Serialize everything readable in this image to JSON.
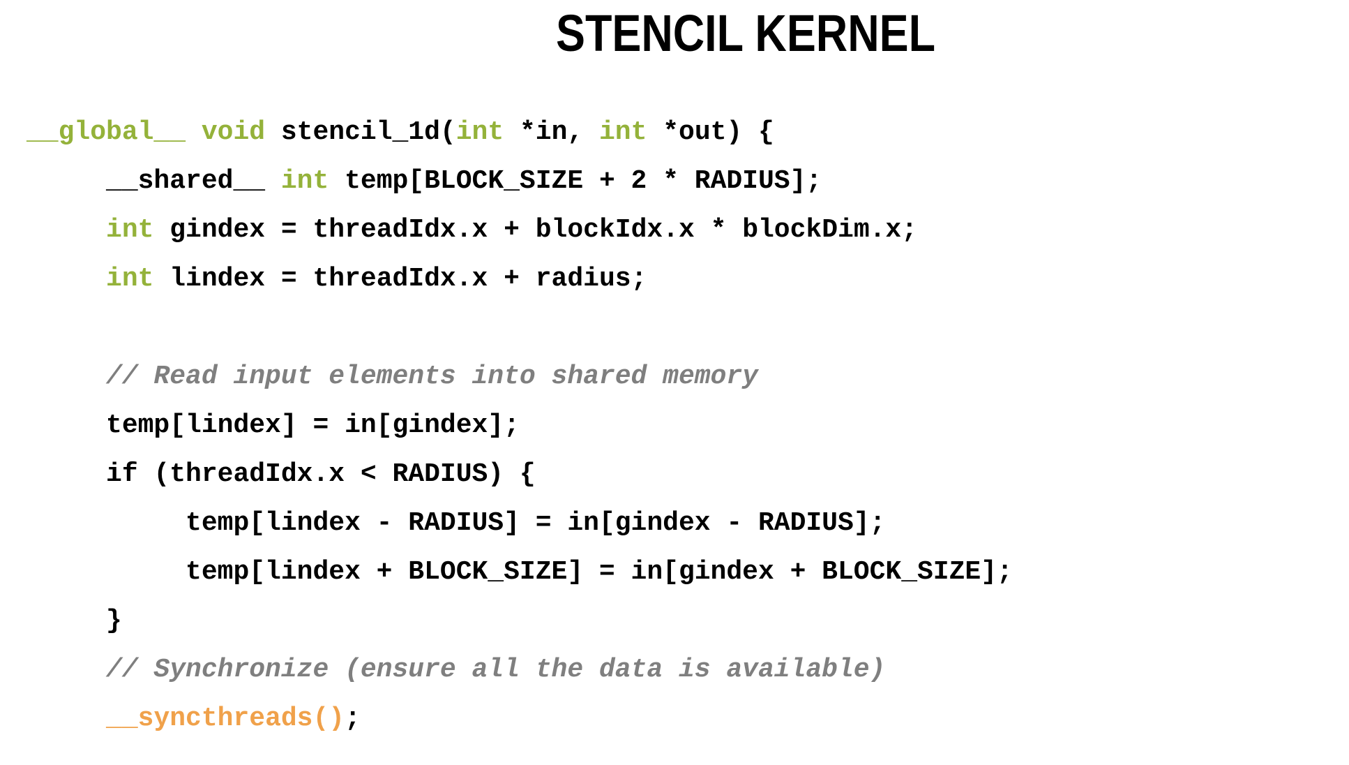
{
  "title": "STENCIL KERNEL",
  "colors": {
    "background": "#ffffff",
    "title": "#000000",
    "code": "#000000",
    "keyword": "#94b23a",
    "comment": "#7f7f7f",
    "sync_accent": "#f0a14a"
  },
  "code": {
    "language": "CUDA C",
    "lines": [
      {
        "segments": [
          {
            "t": "__global__",
            "c": "keyword"
          },
          {
            "t": " ",
            "c": "plain"
          },
          {
            "t": "void",
            "c": "keyword"
          },
          {
            "t": " stencil_1d(",
            "c": "plain"
          },
          {
            "t": "int",
            "c": "keyword"
          },
          {
            "t": " *in, ",
            "c": "plain"
          },
          {
            "t": "int",
            "c": "keyword"
          },
          {
            "t": " *out) {",
            "c": "plain"
          }
        ]
      },
      {
        "segments": [
          {
            "t": "     __shared__ ",
            "c": "plain"
          },
          {
            "t": "int",
            "c": "keyword"
          },
          {
            "t": " temp[BLOCK_SIZE + 2 * RADIUS];",
            "c": "plain"
          }
        ]
      },
      {
        "segments": [
          {
            "t": "     ",
            "c": "plain"
          },
          {
            "t": "int",
            "c": "keyword"
          },
          {
            "t": " gindex = threadIdx.x + blockIdx.x * blockDim.x;",
            "c": "plain"
          }
        ]
      },
      {
        "segments": [
          {
            "t": "     ",
            "c": "plain"
          },
          {
            "t": "int",
            "c": "keyword"
          },
          {
            "t": " lindex = threadIdx.x + radius;",
            "c": "plain"
          }
        ]
      },
      {
        "segments": []
      },
      {
        "segments": [
          {
            "t": "     // Read input elements into shared memory",
            "c": "comment"
          }
        ]
      },
      {
        "segments": [
          {
            "t": "     temp[lindex] = in[gindex];",
            "c": "plain"
          }
        ]
      },
      {
        "segments": [
          {
            "t": "     if (threadIdx.x < RADIUS) {",
            "c": "plain"
          }
        ]
      },
      {
        "segments": [
          {
            "t": "          temp[lindex - RADIUS] = in[gindex - RADIUS];",
            "c": "plain"
          }
        ]
      },
      {
        "segments": [
          {
            "t": "          temp[lindex + BLOCK_SIZE] = in[gindex + BLOCK_SIZE];",
            "c": "plain"
          }
        ]
      },
      {
        "segments": [
          {
            "t": "     }",
            "c": "plain"
          }
        ]
      },
      {
        "segments": [
          {
            "t": "     // Synchronize (ensure all the data is available)",
            "c": "comment"
          }
        ]
      },
      {
        "segments": [
          {
            "t": "     ",
            "c": "plain"
          },
          {
            "t": "__syncthreads()",
            "c": "sync"
          },
          {
            "t": ";",
            "c": "plain"
          }
        ]
      }
    ]
  }
}
